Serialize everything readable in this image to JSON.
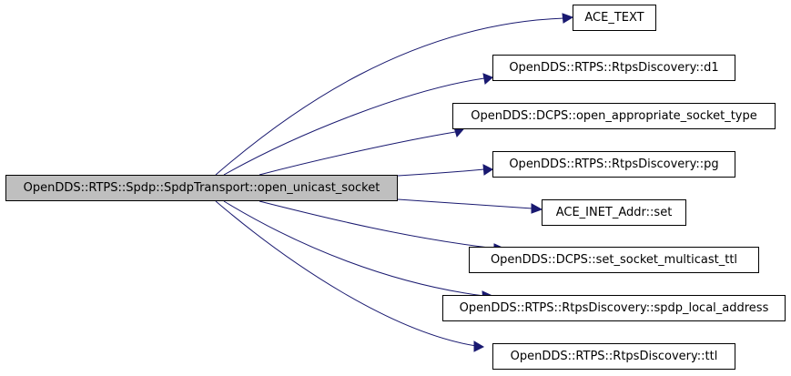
{
  "root": {
    "label": "OpenDDS::RTPS::Spdp::SpdpTransport::open_unicast_socket"
  },
  "callees": [
    {
      "label": "ACE_TEXT"
    },
    {
      "label": "OpenDDS::RTPS::RtpsDiscovery::d1"
    },
    {
      "label": "OpenDDS::DCPS::open_appropriate_socket_type"
    },
    {
      "label": "OpenDDS::RTPS::RtpsDiscovery::pg"
    },
    {
      "label": "ACE_INET_Addr::set"
    },
    {
      "label": "OpenDDS::DCPS::set_socket_multicast_ttl"
    },
    {
      "label": "OpenDDS::RTPS::RtpsDiscovery::spdp_local_address"
    },
    {
      "label": "OpenDDS::RTPS::RtpsDiscovery::ttl"
    }
  ],
  "colors": {
    "edge": "#191970",
    "root_fill": "#bfbfbf",
    "node_fill": "#ffffff",
    "node_border": "#000000"
  }
}
